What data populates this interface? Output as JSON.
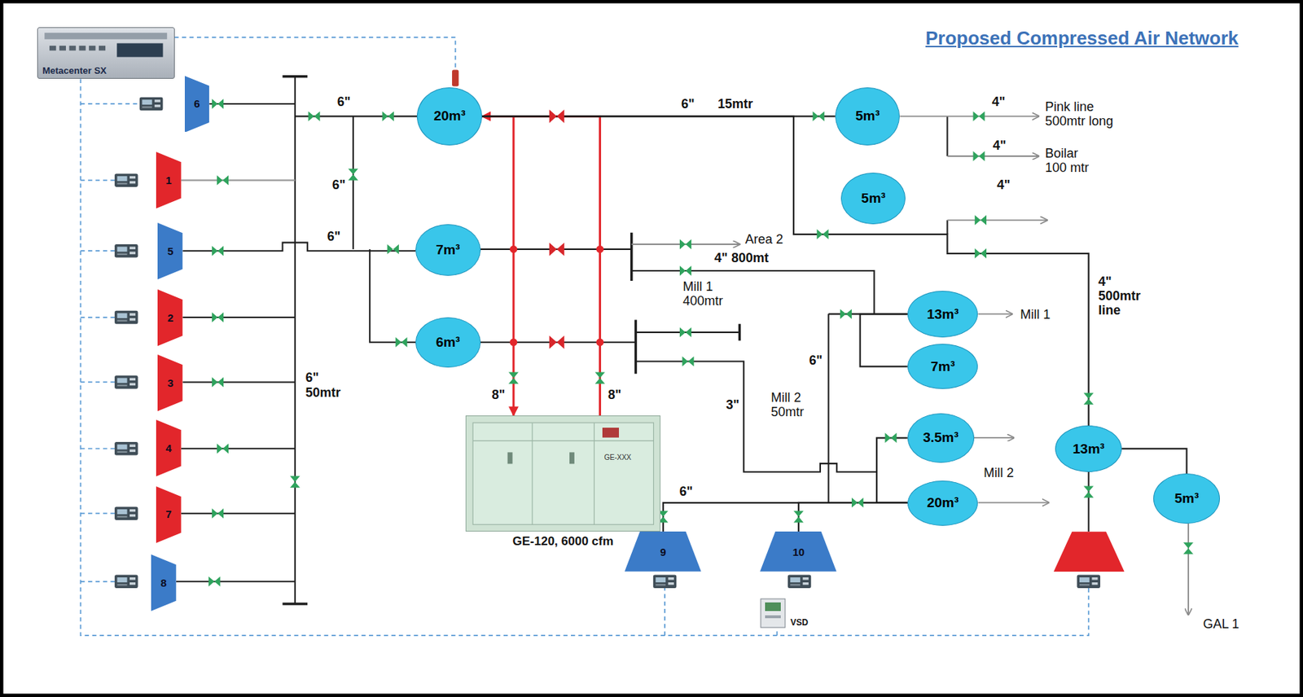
{
  "diagram": {
    "title": "Proposed Compressed Air Network",
    "nodes": [
      {
        "text": [
          "Metacenter SX"
        ]
      },
      {
        "text": [
          "6"
        ]
      },
      {
        "text": [
          "1"
        ]
      },
      {
        "text": [
          "5"
        ]
      },
      {
        "text": [
          "2"
        ]
      },
      {
        "text": [
          "3"
        ]
      },
      {
        "text": [
          "4"
        ]
      },
      {
        "text": [
          "7"
        ]
      },
      {
        "text": [
          "8"
        ]
      },
      {
        "text": [
          "20m³"
        ]
      },
      {
        "text": [
          "5m³"
        ]
      },
      {
        "text": [
          "5m³"
        ]
      },
      {
        "text": [
          "7m³"
        ]
      },
      {
        "text": [
          "6m³"
        ]
      },
      {
        "text": [
          "13m³"
        ]
      },
      {
        "text": [
          "7m³"
        ]
      },
      {
        "text": [
          "3.5m³"
        ]
      },
      {
        "text": [
          "20m³"
        ]
      },
      {
        "text": [
          "13m³"
        ]
      },
      {
        "text": [
          "5m³"
        ]
      },
      {
        "text": [
          "GE-XXX",
          "GE-120, 6000 cfm"
        ]
      },
      {
        "text": [
          "9"
        ]
      },
      {
        "text": [
          "10"
        ]
      },
      {
        "text": [
          "VSD"
        ]
      }
    ],
    "edges": [
      {
        "from": 9,
        "to": 20,
        "arrow": "to"
      },
      {
        "from": 20,
        "to": 9,
        "arrow": "to"
      },
      {
        "from": 9,
        "to": 10,
        "arrow": "none"
      },
      {
        "from": 9,
        "to": 18,
        "arrow": "none"
      },
      {
        "from": 14,
        "to": 15,
        "arrow": "none"
      },
      {
        "from": 16,
        "to": 17,
        "arrow": "none"
      },
      {
        "from": 21,
        "to": 17,
        "arrow": "none"
      },
      {
        "from": 22,
        "to": 17,
        "arrow": "none"
      },
      {
        "from": 18,
        "to": 19,
        "arrow": "none"
      }
    ],
    "labels": [
      "6\"",
      "6\"",
      "6\"",
      "6\" 50mtr",
      "6\"",
      "15mtr",
      "4\"",
      "Pink line 500mtr long",
      "4\"",
      "Boilar 100 mtr",
      "4\"",
      "Area 2",
      "4\" 800mt",
      "Mill 1 400mtr",
      "Mill 1",
      "4\" 500mtr line",
      "6\"",
      "3\"",
      "Mill 2 50mtr",
      "Mill 2",
      "6\"",
      "8\"",
      "8\"",
      "GAL 1"
    ]
  }
}
